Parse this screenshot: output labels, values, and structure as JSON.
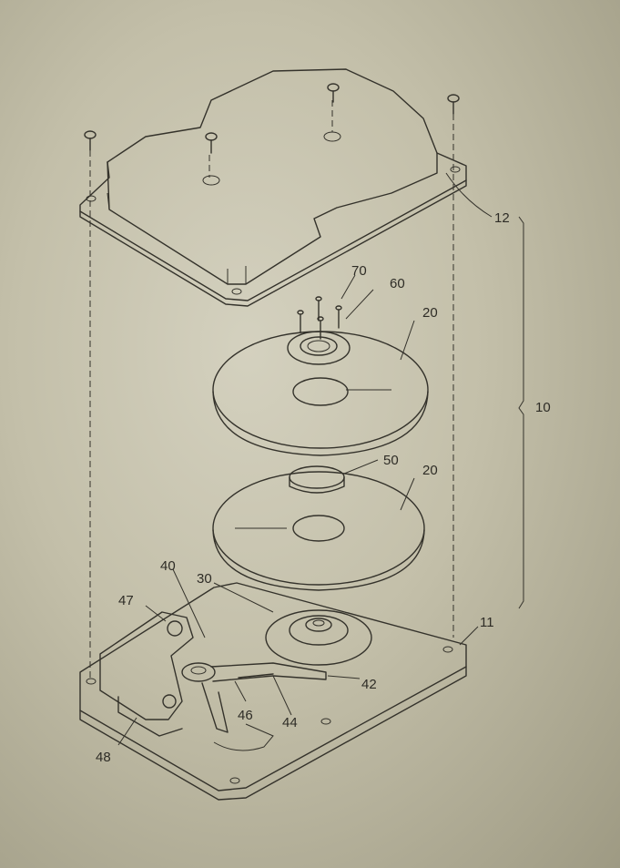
{
  "colors": {
    "paper": "#c3bfa9",
    "ink": "#34322b",
    "speckle_pad": "#3b3831"
  },
  "labels": {
    "cover": "12",
    "assembly": "10",
    "screws_70": "70",
    "clamp_60": "60",
    "disk_upper": "20",
    "disk_lower": "20",
    "spacer": "50",
    "actuator": "40",
    "spindle": "30",
    "pad_47": "47",
    "base": "11",
    "arm_42": "42",
    "part_46": "46",
    "part_44": "44",
    "part_48": "48"
  }
}
